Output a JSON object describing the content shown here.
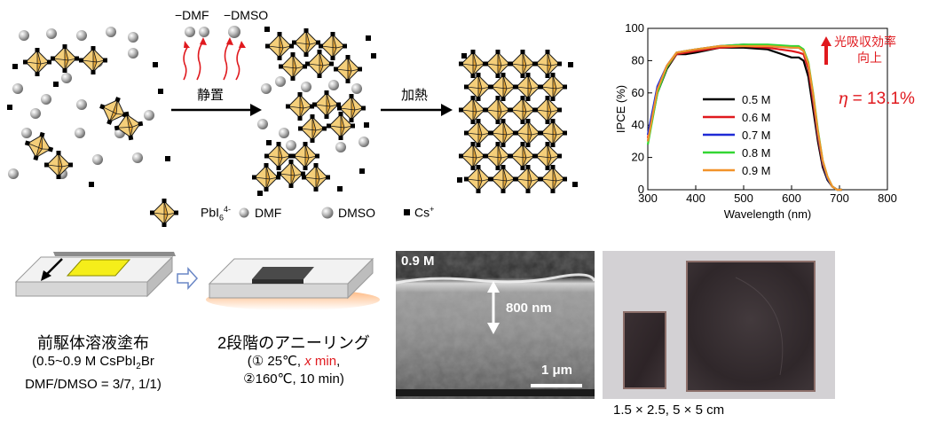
{
  "top_scheme": {
    "release_labels": [
      "−DMF",
      "−DMSO"
    ],
    "step1_label": "静置",
    "step2_label": "加熱",
    "legend": {
      "pbi_label": "PbI",
      "pbi_sub": "6",
      "pbi_sup": "4-",
      "dmf_label": "DMF",
      "dmso_label": "DMSO",
      "cs_label": "Cs",
      "cs_sup": "+"
    }
  },
  "ipce_chart": {
    "annotation_improve_line1": "光吸収効率",
    "annotation_improve_line2": "向上",
    "efficiency_symbol": "η",
    "efficiency_value": " = 13.1%"
  },
  "chart_data": {
    "type": "line",
    "xlabel": "Wavelength (nm)",
    "ylabel": "IPCE (%)",
    "xlim": [
      300,
      800
    ],
    "ylim": [
      0,
      100
    ],
    "xticks": [
      300,
      400,
      500,
      600,
      700,
      800
    ],
    "yticks": [
      0,
      20,
      40,
      60,
      80,
      100
    ],
    "grid": false,
    "legend_position": "center-left",
    "x": [
      300,
      310,
      320,
      340,
      360,
      380,
      400,
      450,
      500,
      550,
      600,
      615,
      625,
      635,
      645,
      655,
      665,
      675,
      685,
      695,
      705
    ],
    "series": [
      {
        "name": "0.5 M",
        "color": "#000000",
        "values": [
          30,
          45,
          60,
          75,
          84,
          84,
          85,
          88,
          88,
          87,
          82,
          82,
          80,
          70,
          50,
          30,
          14,
          6,
          2,
          0,
          0
        ]
      },
      {
        "name": "0.6 M",
        "color": "#e0191e",
        "values": [
          32,
          47,
          62,
          76,
          84,
          85,
          86,
          88,
          89,
          88,
          86,
          85,
          84,
          75,
          55,
          33,
          16,
          7,
          2,
          0,
          0
        ]
      },
      {
        "name": "0.7 M",
        "color": "#1f2bd6",
        "values": [
          34,
          49,
          64,
          77,
          85,
          86,
          87,
          89,
          90,
          89,
          88,
          88,
          86,
          78,
          58,
          35,
          17,
          7,
          2,
          0,
          0
        ]
      },
      {
        "name": "0.8 M",
        "color": "#33d633",
        "values": [
          28,
          44,
          60,
          76,
          85,
          86,
          87,
          89,
          90,
          90,
          89,
          89,
          87,
          79,
          60,
          37,
          18,
          8,
          2,
          0,
          0
        ]
      },
      {
        "name": "0.9 M",
        "color": "#f2932a",
        "values": [
          30,
          46,
          62,
          77,
          85,
          86,
          87,
          89,
          89,
          89,
          88,
          88,
          86,
          78,
          59,
          36,
          18,
          8,
          2,
          0,
          0
        ]
      }
    ]
  },
  "process": {
    "coating_title": "前駆体溶液塗布",
    "coating_line2_pre": "(0.5~0.9 M CsPbI",
    "coating_line2_sub": "2",
    "coating_line2_post": "Br",
    "coating_line3": "DMF/DMSO = 3/7, 1/1)",
    "anneal_title": "2段階のアニーリング",
    "anneal_line2_pre": "(① 25℃, ",
    "anneal_line2_red": "x",
    "anneal_line2_red2": " min",
    "anneal_line2_post": ",",
    "anneal_line3": "②160℃, 10 min)"
  },
  "sem": {
    "sample_label": "0.9 M",
    "thickness_label": "800 nm",
    "scale_label": "1 μm"
  },
  "photo": {
    "caption": "1.5 × 2.5, 5 × 5 cm"
  }
}
